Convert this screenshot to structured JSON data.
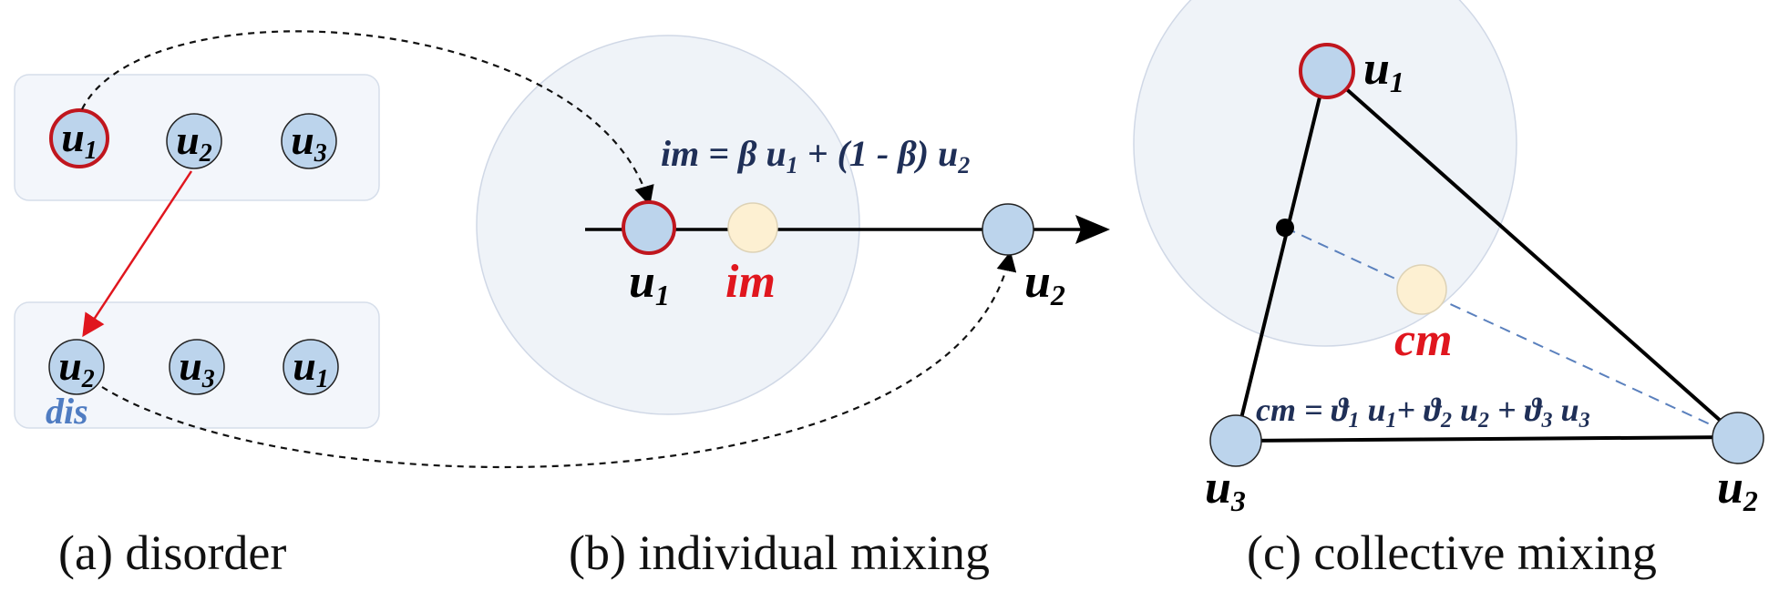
{
  "panel_a": {
    "top_row": [
      {
        "label": "u",
        "sub": "1",
        "highlight": true
      },
      {
        "label": "u",
        "sub": "2",
        "highlight": false
      },
      {
        "label": "u",
        "sub": "3",
        "highlight": false
      }
    ],
    "bottom_row": [
      {
        "label": "u",
        "sub": "2"
      },
      {
        "label": "u",
        "sub": "3"
      },
      {
        "label": "u",
        "sub": "1"
      }
    ],
    "dis_label": "dis",
    "caption": "(a) disorder"
  },
  "panel_b": {
    "formula": {
      "lhs": "im",
      "eq": " = ",
      "beta": "β",
      "u": "u",
      "sub1": "1",
      "plus": " + ",
      "open": "(1 - ",
      "close": ")",
      "sub2": "2"
    },
    "u1_label": "u",
    "u1_sub": "1",
    "u2_label": "u",
    "u2_sub": "2",
    "im_label": "im",
    "caption": "(b) individual mixing"
  },
  "panel_c": {
    "u1_label": "u",
    "u1_sub": "1",
    "u2_label": "u",
    "u2_sub": "2",
    "u3_label": "u",
    "u3_sub": "3",
    "cm_label": "cm",
    "formula": {
      "lhs": "cm",
      "eq": " = ",
      "theta": "ϑ",
      "u": "u",
      "s1": "1",
      "s2": "2",
      "s3": "3",
      "plus": "+ "
    },
    "caption": "(c) collective mixing"
  },
  "colors": {
    "node_fill": "#bcd4ec",
    "highlight_stroke": "#c0161e",
    "mix_fill": "#fdf0d2",
    "red": "#e0161e",
    "dis_blue": "#4f7cc2",
    "formula_navy": "#1f2f57",
    "bubble_fill": "#eef2f8",
    "dashed_blue": "#5a80bd"
  }
}
